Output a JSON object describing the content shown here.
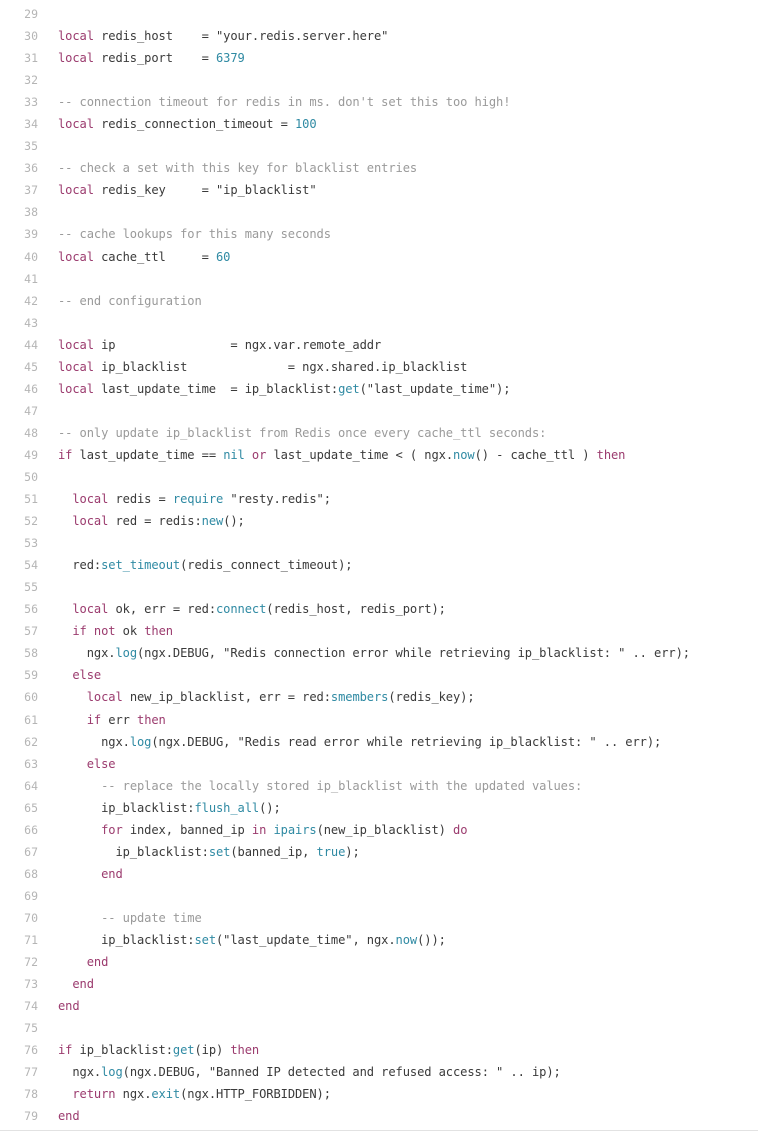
{
  "code": {
    "language": "lua",
    "colors": {
      "keyword": "#9b3b6e",
      "function": "#2f8aa3",
      "number": "#2f8aa3",
      "comment": "#9a9a9a",
      "text": "#3a3a3a",
      "line_number": "#b5b5b5"
    },
    "lines": [
      {
        "n": "29",
        "t": []
      },
      {
        "n": "30",
        "t": [
          [
            "kw",
            "local"
          ],
          [
            "p",
            " redis_host    = "
          ],
          [
            "str",
            "\"your.redis.server.here\""
          ]
        ]
      },
      {
        "n": "31",
        "t": [
          [
            "kw",
            "local"
          ],
          [
            "p",
            " redis_port    = "
          ],
          [
            "num",
            "6379"
          ]
        ]
      },
      {
        "n": "32",
        "t": []
      },
      {
        "n": "33",
        "t": [
          [
            "cm",
            "-- connection timeout for redis in ms. don't set this too high!"
          ]
        ]
      },
      {
        "n": "34",
        "t": [
          [
            "kw",
            "local"
          ],
          [
            "p",
            " redis_connection_timeout = "
          ],
          [
            "num",
            "100"
          ]
        ]
      },
      {
        "n": "35",
        "t": []
      },
      {
        "n": "36",
        "t": [
          [
            "cm",
            "-- check a set with this key for blacklist entries"
          ]
        ]
      },
      {
        "n": "37",
        "t": [
          [
            "kw",
            "local"
          ],
          [
            "p",
            " redis_key     = "
          ],
          [
            "str",
            "\"ip_blacklist\""
          ]
        ]
      },
      {
        "n": "38",
        "t": []
      },
      {
        "n": "39",
        "t": [
          [
            "cm",
            "-- cache lookups for this many seconds"
          ]
        ]
      },
      {
        "n": "40",
        "t": [
          [
            "kw",
            "local"
          ],
          [
            "p",
            " cache_ttl     = "
          ],
          [
            "num",
            "60"
          ]
        ]
      },
      {
        "n": "41",
        "t": []
      },
      {
        "n": "42",
        "t": [
          [
            "cm",
            "-- end configuration"
          ]
        ]
      },
      {
        "n": "43",
        "t": []
      },
      {
        "n": "44",
        "t": [
          [
            "kw",
            "local"
          ],
          [
            "p",
            " ip                = ngx.var.remote_addr"
          ]
        ]
      },
      {
        "n": "45",
        "t": [
          [
            "kw",
            "local"
          ],
          [
            "p",
            " ip_blacklist              = ngx.shared.ip_blacklist"
          ]
        ]
      },
      {
        "n": "46",
        "t": [
          [
            "kw",
            "local"
          ],
          [
            "p",
            " last_update_time  = ip_blacklist:"
          ],
          [
            "fn",
            "get"
          ],
          [
            "p",
            "(\"last_update_time\");"
          ]
        ]
      },
      {
        "n": "47",
        "t": []
      },
      {
        "n": "48",
        "t": [
          [
            "cm",
            "-- only update ip_blacklist from Redis once every cache_ttl seconds:"
          ]
        ]
      },
      {
        "n": "49",
        "t": [
          [
            "kw",
            "if"
          ],
          [
            "p",
            " last_update_time == "
          ],
          [
            "num",
            "nil"
          ],
          [
            "p",
            " "
          ],
          [
            "kw",
            "or"
          ],
          [
            "p",
            " last_update_time < ( ngx."
          ],
          [
            "fn",
            "now"
          ],
          [
            "p",
            "() - cache_ttl ) "
          ],
          [
            "kw",
            "then"
          ]
        ]
      },
      {
        "n": "50",
        "t": []
      },
      {
        "n": "51",
        "t": [
          [
            "p",
            "  "
          ],
          [
            "kw",
            "local"
          ],
          [
            "p",
            " redis = "
          ],
          [
            "fn",
            "require"
          ],
          [
            "p",
            " \"resty.redis\";"
          ]
        ]
      },
      {
        "n": "52",
        "t": [
          [
            "p",
            "  "
          ],
          [
            "kw",
            "local"
          ],
          [
            "p",
            " red = redis:"
          ],
          [
            "fn",
            "new"
          ],
          [
            "p",
            "();"
          ]
        ]
      },
      {
        "n": "53",
        "t": []
      },
      {
        "n": "54",
        "t": [
          [
            "p",
            "  red:"
          ],
          [
            "fn",
            "set_timeout"
          ],
          [
            "p",
            "(redis_connect_timeout);"
          ]
        ]
      },
      {
        "n": "55",
        "t": []
      },
      {
        "n": "56",
        "t": [
          [
            "p",
            "  "
          ],
          [
            "kw",
            "local"
          ],
          [
            "p",
            " ok, err = red:"
          ],
          [
            "fn",
            "connect"
          ],
          [
            "p",
            "(redis_host, redis_port);"
          ]
        ]
      },
      {
        "n": "57",
        "t": [
          [
            "p",
            "  "
          ],
          [
            "kw",
            "if not"
          ],
          [
            "p",
            " ok "
          ],
          [
            "kw",
            "then"
          ]
        ]
      },
      {
        "n": "58",
        "t": [
          [
            "p",
            "    ngx."
          ],
          [
            "fn",
            "log"
          ],
          [
            "p",
            "(ngx.DEBUG, \"Redis connection error while retrieving ip_blacklist: \" .. err);"
          ]
        ]
      },
      {
        "n": "59",
        "t": [
          [
            "p",
            "  "
          ],
          [
            "kw",
            "else"
          ]
        ]
      },
      {
        "n": "60",
        "t": [
          [
            "p",
            "    "
          ],
          [
            "kw",
            "local"
          ],
          [
            "p",
            " new_ip_blacklist, err = red:"
          ],
          [
            "fn",
            "smembers"
          ],
          [
            "p",
            "(redis_key);"
          ]
        ]
      },
      {
        "n": "61",
        "t": [
          [
            "p",
            "    "
          ],
          [
            "kw",
            "if"
          ],
          [
            "p",
            " err "
          ],
          [
            "kw",
            "then"
          ]
        ]
      },
      {
        "n": "62",
        "t": [
          [
            "p",
            "      ngx."
          ],
          [
            "fn",
            "log"
          ],
          [
            "p",
            "(ngx.DEBUG, \"Redis read error while retrieving ip_blacklist: \" .. err);"
          ]
        ]
      },
      {
        "n": "63",
        "t": [
          [
            "p",
            "    "
          ],
          [
            "kw",
            "else"
          ]
        ]
      },
      {
        "n": "64",
        "t": [
          [
            "p",
            "      "
          ],
          [
            "cm",
            "-- replace the locally stored ip_blacklist with the updated values:"
          ]
        ]
      },
      {
        "n": "65",
        "t": [
          [
            "p",
            "      ip_blacklist:"
          ],
          [
            "fn",
            "flush_all"
          ],
          [
            "p",
            "();"
          ]
        ]
      },
      {
        "n": "66",
        "t": [
          [
            "p",
            "      "
          ],
          [
            "kw",
            "for"
          ],
          [
            "p",
            " index, banned_ip "
          ],
          [
            "kw",
            "in"
          ],
          [
            "p",
            " "
          ],
          [
            "fn",
            "ipairs"
          ],
          [
            "p",
            "(new_ip_blacklist) "
          ],
          [
            "kw",
            "do"
          ]
        ]
      },
      {
        "n": "67",
        "t": [
          [
            "p",
            "        ip_blacklist:"
          ],
          [
            "fn",
            "set"
          ],
          [
            "p",
            "(banned_ip, "
          ],
          [
            "num",
            "true"
          ],
          [
            "p",
            ");"
          ]
        ]
      },
      {
        "n": "68",
        "t": [
          [
            "p",
            "      "
          ],
          [
            "kw",
            "end"
          ]
        ]
      },
      {
        "n": "69",
        "t": []
      },
      {
        "n": "70",
        "t": [
          [
            "p",
            "      "
          ],
          [
            "cm",
            "-- update time"
          ]
        ]
      },
      {
        "n": "71",
        "t": [
          [
            "p",
            "      ip_blacklist:"
          ],
          [
            "fn",
            "set"
          ],
          [
            "p",
            "(\"last_update_time\", ngx."
          ],
          [
            "fn",
            "now"
          ],
          [
            "p",
            "());"
          ]
        ]
      },
      {
        "n": "72",
        "t": [
          [
            "p",
            "    "
          ],
          [
            "kw",
            "end"
          ]
        ]
      },
      {
        "n": "73",
        "t": [
          [
            "p",
            "  "
          ],
          [
            "kw",
            "end"
          ]
        ]
      },
      {
        "n": "74",
        "t": [
          [
            "kw",
            "end"
          ]
        ]
      },
      {
        "n": "75",
        "t": []
      },
      {
        "n": "76",
        "t": [
          [
            "kw",
            "if"
          ],
          [
            "p",
            " ip_blacklist:"
          ],
          [
            "fn",
            "get"
          ],
          [
            "p",
            "(ip) "
          ],
          [
            "kw",
            "then"
          ]
        ]
      },
      {
        "n": "77",
        "t": [
          [
            "p",
            "  ngx."
          ],
          [
            "fn",
            "log"
          ],
          [
            "p",
            "(ngx.DEBUG, \"Banned IP detected and refused access: \" .. ip);"
          ]
        ]
      },
      {
        "n": "78",
        "t": [
          [
            "p",
            "  "
          ],
          [
            "kw",
            "return"
          ],
          [
            "p",
            " ngx."
          ],
          [
            "fn",
            "exit"
          ],
          [
            "p",
            "(ngx.HTTP_FORBIDDEN);"
          ]
        ]
      },
      {
        "n": "79",
        "t": [
          [
            "kw",
            "end"
          ]
        ]
      }
    ]
  }
}
